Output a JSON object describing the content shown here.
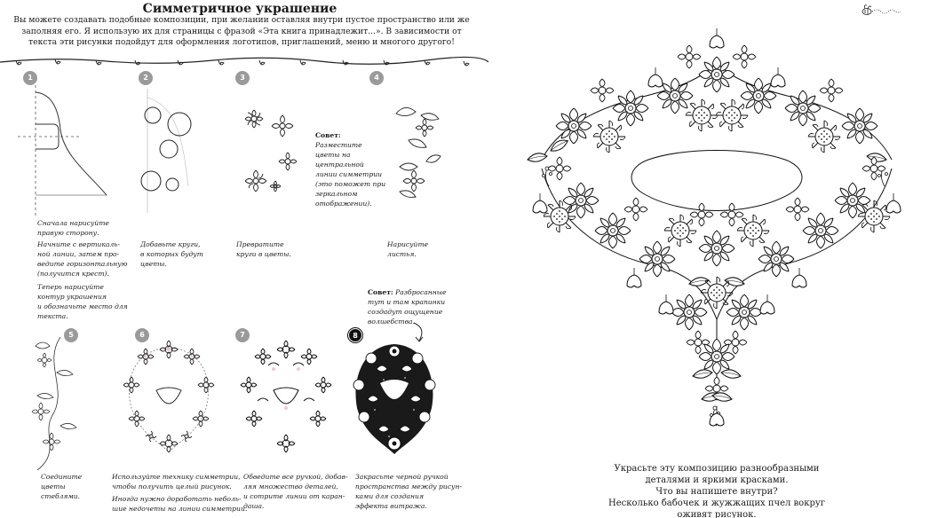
{
  "left_page": {
    "title": "Симметричное украшение",
    "intro": "Вы можете создавать подобные композиции, при желании оставляя внутри пустое пространство или же заполняя его. Я использую их для страницы с фразой «Эта книга принадлежит...». В зависимости от текста эти рисунки подойдут для оформления логотипов, приглашений, меню и многого другого!",
    "steps": [
      {
        "num": "1",
        "caption": "Сначала нарисуйте\nправую сторону.",
        "caption2": "Начните с вертикаль-\nной линии, затем про-\nведите горизонтальную\n(получится крест).",
        "caption3": "Теперь нарисуйте\nконтур украшения\nи обозначьте место для\nтекста."
      },
      {
        "num": "2",
        "caption": "Добавьте круги,\nв которых будут\nцветы."
      },
      {
        "num": "3",
        "caption": "Превратите\nкруги в цветы."
      },
      {
        "num": "4",
        "caption": "Нарисуйте\nлистья."
      },
      {
        "num": "5",
        "caption": "Соедините\nцветы\nстеблями."
      },
      {
        "num": "6",
        "caption": "Используйте технику симметрии,\nчтобы получить целый рисунок.",
        "caption2": "Иногда нужно доработать неболь-\nшие недочеты на линии симметрии."
      },
      {
        "num": "7",
        "caption": "Обведите все ручкой, добав-\nляя множество деталей,\nи сотрите линии от каран-\nдаша."
      },
      {
        "num": "8",
        "caption": "Закрасьте черной ручкой\nпространства между рисун-\nками для создания\nэффекта витража."
      }
    ],
    "tip1": {
      "label": "Совет:",
      "text": "Разместите\nцветы на\nцентральной\nлинии симметрии\n(это поможет при\nзеркальном\nотображении)."
    },
    "tip2": {
      "label": "Совет:",
      "text": "Разбросанные\nтут и там крапинки\nсоздадут ощущение\nволшебства."
    }
  },
  "right_page": {
    "caption": "Украсьте эту композицию разнообразными\nдеталями и яркими красками.\nЧто вы напишете внутри?\nНесколько бабочек и жужжащих пчел вокруг\nоживят рисунок."
  },
  "icons": [
    "bee-icon",
    "flower-icon",
    "leaf-icon",
    "curl-vine-icon"
  ],
  "colors": {
    "ink": "#1a1a1a",
    "step_badge": "#9a9a9a",
    "step_badge_dark": "#111111",
    "accent_pink": "#e6a6b8"
  }
}
